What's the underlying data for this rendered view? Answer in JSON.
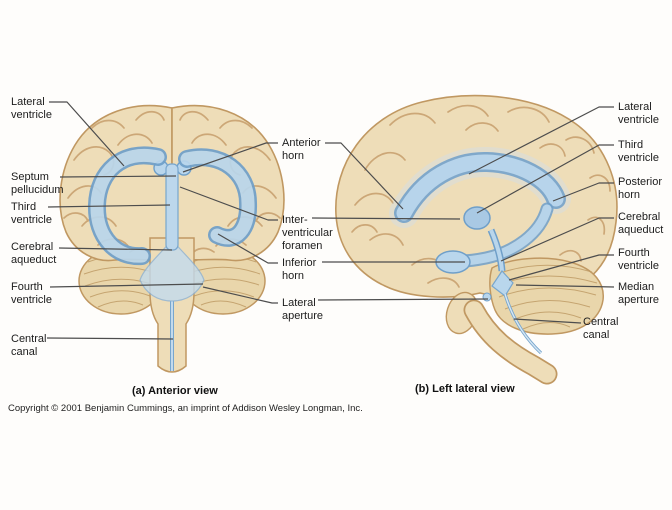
{
  "figure": {
    "captions": {
      "anterior": "(a) Anterior view",
      "lateral": "(b) Left lateral view"
    },
    "copyright": "Copyright © 2001 Benjamin Cummings, an imprint of Addison Wesley Longman, Inc."
  },
  "labels": {
    "left": [
      "Lateral ventricle",
      "Septum pellucidum",
      "Third ventricle",
      "Cerebral aqueduct",
      "Fourth ventricle",
      "Central canal"
    ],
    "middle": [
      "Anterior horn",
      "Inter-ventricular foramen",
      "Inferior horn",
      "Lateral aperture"
    ],
    "right": [
      "Lateral ventricle",
      "Third ventricle",
      "Posterior horn",
      "Cerebral aqueduct",
      "Fourth ventricle",
      "Median aperture",
      "Central canal"
    ]
  },
  "colors": {
    "background": "#fefdfb",
    "brain_fill": "#eeddb8",
    "brain_outline": "#c09862",
    "gyri": "#c9a271",
    "cerebellum_fill": "#e9d6ab",
    "ventricle_fill": "#b9d6ec",
    "ventricle_outline": "#6f9fc9",
    "leader_line": "#4d4d4d"
  }
}
